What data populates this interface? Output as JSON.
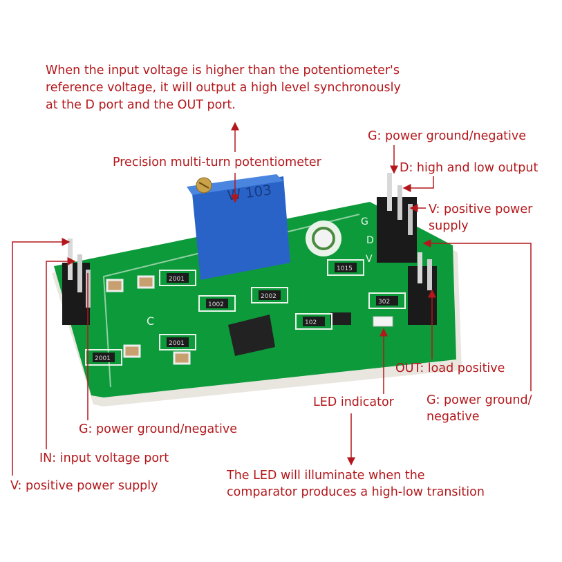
{
  "title_note": {
    "lines": [
      "When the input voltage is higher than the potentiometer's",
      "reference voltage, it will output a high level synchronously",
      "at the D port and the OUT port."
    ]
  },
  "labels": {
    "potentiometer": "Precision multi-turn potentiometer",
    "right_g": "G: power ground/negative",
    "right_d": "D: high and low output",
    "right_v_1": "V: positive power",
    "right_v_2": "supply",
    "out": "OUT: load positive",
    "out_g_1": "G: power ground/",
    "out_g_2": "negative",
    "led": "LED indicator",
    "led_note_1": "The LED will illuminate when the",
    "led_note_2": "comparator produces a high-low transition",
    "left_g": "G: power ground/negative",
    "left_in": "IN: input voltage port",
    "left_v": "V: positive power supply"
  },
  "board_marks": {
    "pot_code": "W 103",
    "silk_c": "C",
    "silk_g": "G",
    "silk_d": "D",
    "silk_v": "V",
    "resistors": [
      "1015",
      "1002",
      "2002",
      "2001",
      "2001",
      "302",
      "102",
      "2001"
    ]
  },
  "colors": {
    "annotation": "#b3171b",
    "pcb": "#0d9a3a",
    "pot": "#2f6fd1"
  }
}
